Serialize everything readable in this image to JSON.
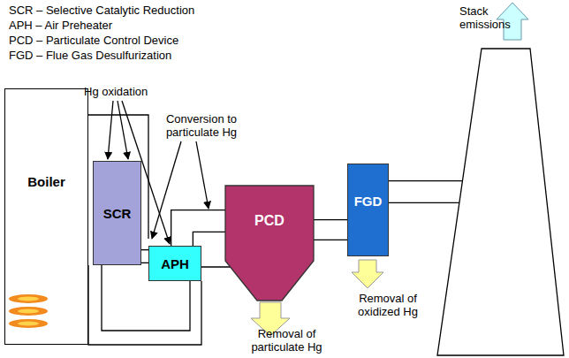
{
  "diagram": {
    "nodes": [
      {
        "text": [
          "Boiler"
        ]
      },
      {
        "text": [
          "SCR"
        ]
      },
      {
        "text": [
          "APH"
        ]
      },
      {
        "text": [
          "PCD"
        ]
      },
      {
        "text": [
          "FGD"
        ]
      },
      {
        "text": [
          "Stack emissions"
        ]
      }
    ],
    "edges": [
      {
        "from": 1,
        "to": 2,
        "arrow": "none"
      },
      {
        "from": 2,
        "to": 3,
        "arrow": "none"
      },
      {
        "from": 3,
        "to": 4,
        "arrow": "none"
      },
      {
        "from": 4,
        "to": 5,
        "arrow": "none"
      }
    ],
    "labels": [
      "SCR – Selective Catalytic Reduction",
      "APH – Air Preheater",
      "PCD – Particulate Control Device",
      "FGD – Flue Gas Desulfurization",
      "Hg oxidation",
      "Conversion to particulate Hg",
      "Removal of particulate Hg",
      "Removal of oxidized Hg"
    ]
  }
}
